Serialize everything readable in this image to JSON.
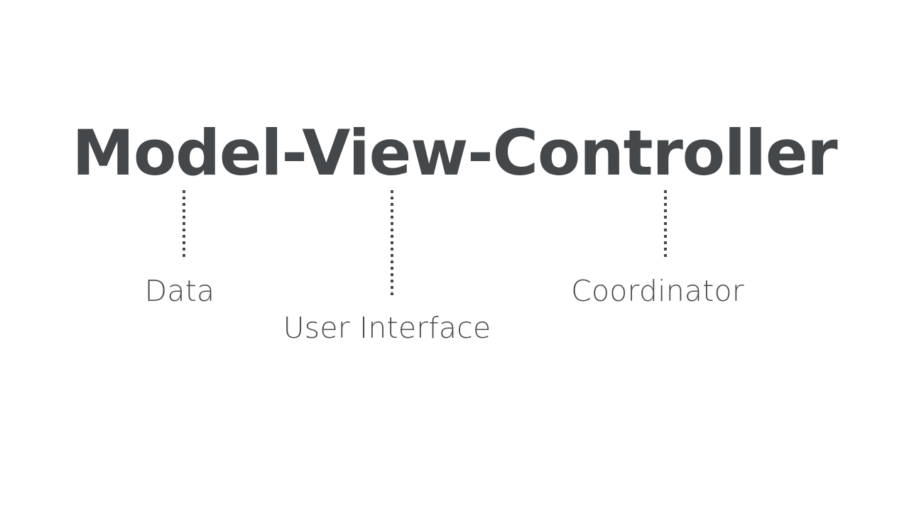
{
  "slide": {
    "background_color": "#ffffff",
    "text_color": "#45484b",
    "title": "Model-View-Controller"
  },
  "diagram": {
    "type": "annotated-term-breakdown",
    "connectors": [
      {
        "name": "model",
        "style": "dotted-vertical"
      },
      {
        "name": "view",
        "style": "dotted-vertical"
      },
      {
        "name": "controller",
        "style": "dotted-vertical"
      }
    ],
    "annotations": [
      {
        "term": "Model",
        "label": "Data"
      },
      {
        "term": "View",
        "label": "User Interface"
      },
      {
        "term": "Controller",
        "label": "Coordinator"
      }
    ]
  }
}
